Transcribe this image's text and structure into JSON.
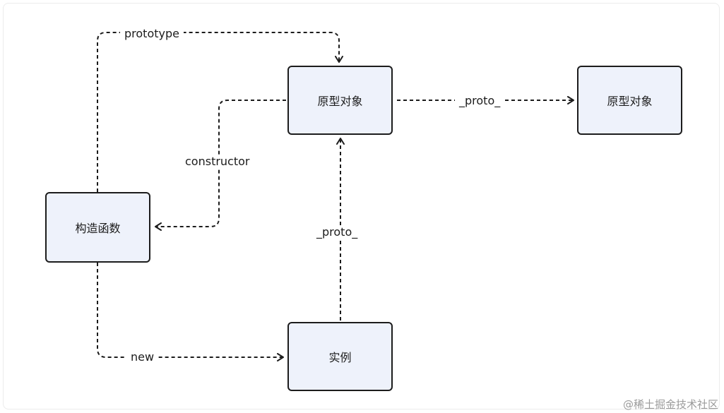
{
  "nodes": {
    "constructor_fn": "构造函数",
    "prototype_obj": "原型对象",
    "prototype_obj_2": "原型对象",
    "instance": "实例"
  },
  "edges": {
    "prototype": "prototype",
    "constructor": "constructor",
    "proto_chain": "_proto_",
    "proto_instance": "_proto_",
    "new": "new"
  },
  "watermark": "@稀土掘金技术社区",
  "colors": {
    "node_fill": "#eef2fb",
    "stroke": "#1c1c1c"
  }
}
